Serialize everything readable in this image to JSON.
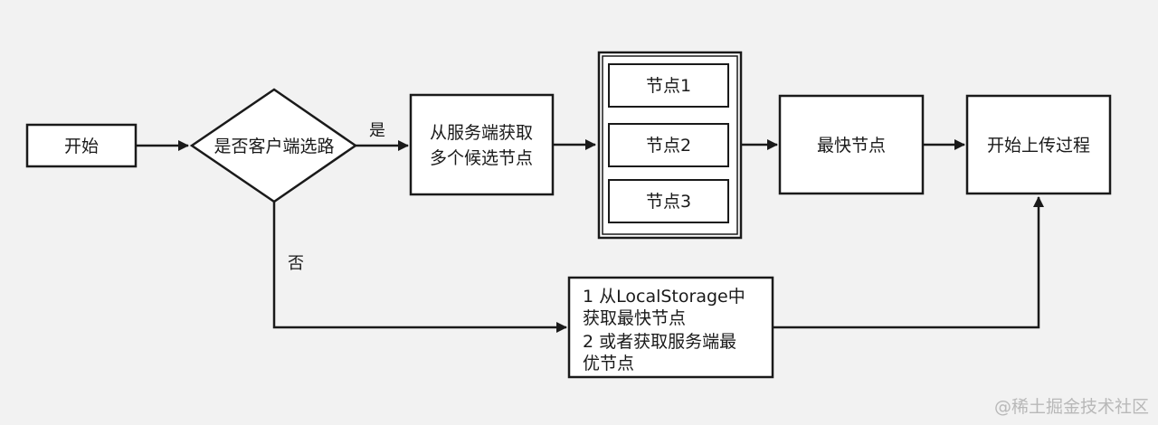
{
  "nodes": {
    "start": "开始",
    "decision": "是否客户端选路",
    "fetch_line1": "从服务端获取",
    "fetch_line2": "多个候选节点",
    "node1": "节点1",
    "node2": "节点2",
    "node3": "节点3",
    "fastest": "最快节点",
    "upload": "开始上传过程",
    "local_line1": "1 从LocalStorage中",
    "local_line2": "获取最快节点",
    "local_line3": "2 或者获取服务端最",
    "local_line4": "优节点"
  },
  "edges": {
    "yes_label": "是",
    "no_label": "否"
  },
  "watermark": "@稀土掘金技术社区",
  "colors": {
    "background": "#f2f2f2",
    "box_fill": "#ffffff",
    "stroke": "#1a1a1a"
  }
}
